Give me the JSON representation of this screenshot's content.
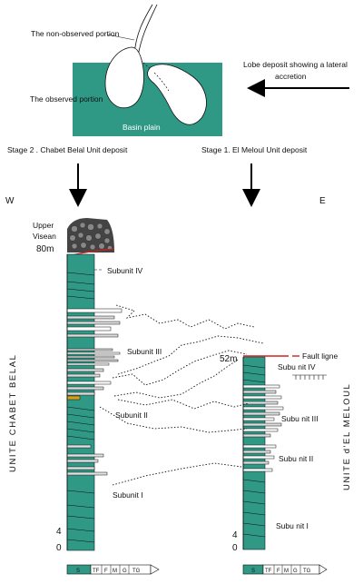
{
  "diagram": {
    "top_labels": {
      "non_observed": "The non-observed portion",
      "observed": "The observed portion",
      "basin_plain": "Basin plain",
      "lobe_deposit": "Lobe deposit showing a lateral accretion"
    },
    "stages": {
      "stage2": "Stage 2 . Chabet Belal Unit deposit",
      "stage1": "Stage 1.  El Meloul Unit deposit"
    },
    "orientation": {
      "west": "W",
      "east": "E"
    },
    "left_column": {
      "side_title": "UNITE CHABET BELAL",
      "upper_visean": "Upper Visean",
      "top_depth": "80m",
      "depth_4": "4",
      "depth_0": "0",
      "subunits": [
        "Subunit IV",
        "Subunit III",
        "Subunit II",
        "Subunit I"
      ],
      "scale_labels": [
        "S",
        "TF",
        "F",
        "M",
        "G",
        "TG"
      ]
    },
    "right_column": {
      "side_title": "UNITE d'EL MELOUL",
      "top_depth": "52m",
      "fault": "Fault ligne",
      "depth_4": "4",
      "depth_0": "0",
      "subunits": [
        "Subu nit IV",
        "Subu nit III",
        "Subu nit II",
        "Subu nit I"
      ],
      "scale_labels": [
        "S",
        "TF",
        "F",
        "M",
        "G",
        "TG"
      ]
    },
    "colors": {
      "teal": "#2f9986",
      "fault": "#cc2222",
      "conglomerate": "#555555",
      "yellow": "#d4a21a"
    }
  }
}
